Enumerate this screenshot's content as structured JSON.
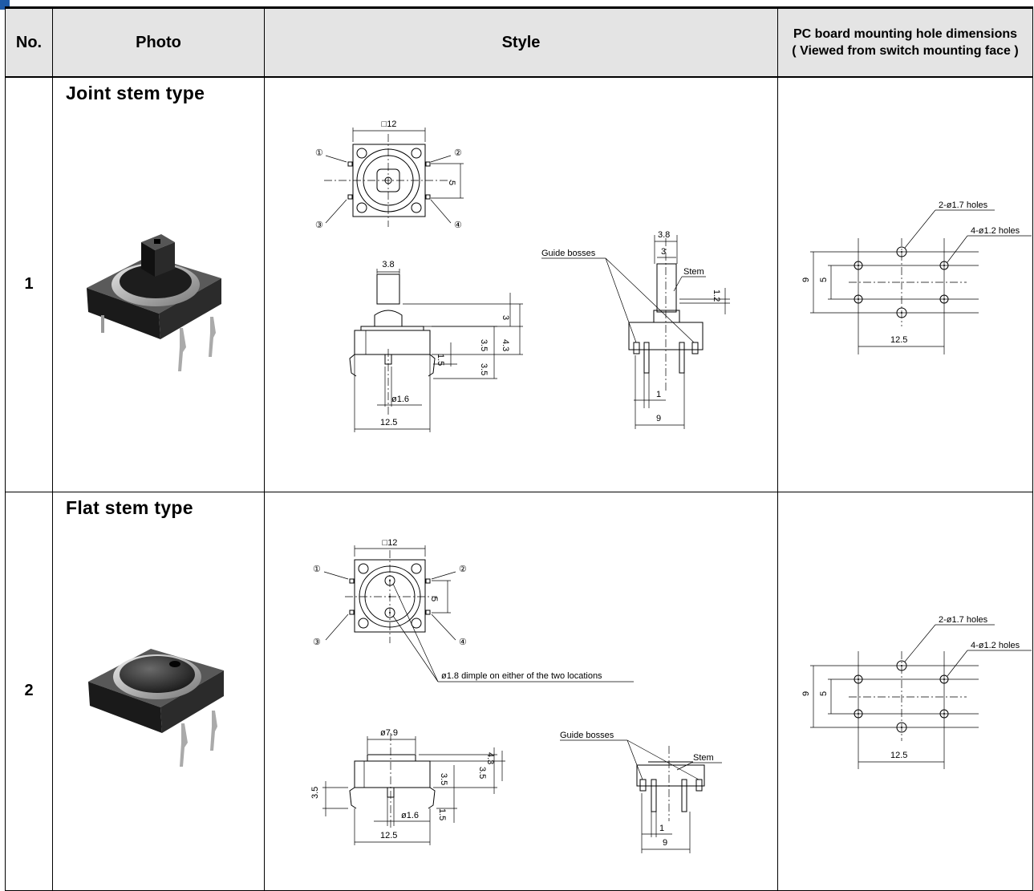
{
  "table": {
    "headers": {
      "no": "No.",
      "photo": "Photo",
      "style": "Style",
      "pcb_line1": "PC board mounting hole dimensions",
      "pcb_line2": "( Viewed from switch mounting face )"
    },
    "rows": [
      {
        "no": "1",
        "photo_title": "Joint stem type",
        "style_labels": {
          "square": "□12",
          "pin1": "①",
          "pin2": "②",
          "pin3": "③",
          "pin4": "④",
          "d5": "5",
          "stem_w": "3.8",
          "d3": "3",
          "d43": "4.3",
          "d35a": "3.5",
          "d35b": "3.5",
          "d15": "1.5",
          "phi16": "ø1.6",
          "w125": "12.5",
          "guide": "Guide bosses",
          "side_w": "3.8",
          "side_3": "3",
          "stem": "Stem",
          "d12": "1.2",
          "d1": "1",
          "d9": "9"
        },
        "pcb_labels": {
          "big_holes": "2-ø1.7 holes",
          "small_holes": "4-ø1.2 holes",
          "d9": "9",
          "d5": "5",
          "d125": "12.5"
        }
      },
      {
        "no": "2",
        "photo_title": "Flat stem type",
        "style_labels": {
          "square": "□12",
          "pin1": "①",
          "pin2": "②",
          "pin3": "③",
          "pin4": "④",
          "d5": "5",
          "dimple": "ø1.8 dimple on either of the two locations",
          "phi79": "ø7.9",
          "d35a": "3.5",
          "d35b": "3.5",
          "d43": "4.3",
          "d15": "1.5",
          "phi16": "ø1.6",
          "w125": "12.5",
          "guide": "Guide bosses",
          "stem": "Stem",
          "d1": "1",
          "d9": "9"
        },
        "pcb_labels": {
          "big_holes": "2-ø1.7 holes",
          "small_holes": "4-ø1.2 holes",
          "d9": "9",
          "d5": "5",
          "d125": "12.5"
        }
      }
    ]
  }
}
